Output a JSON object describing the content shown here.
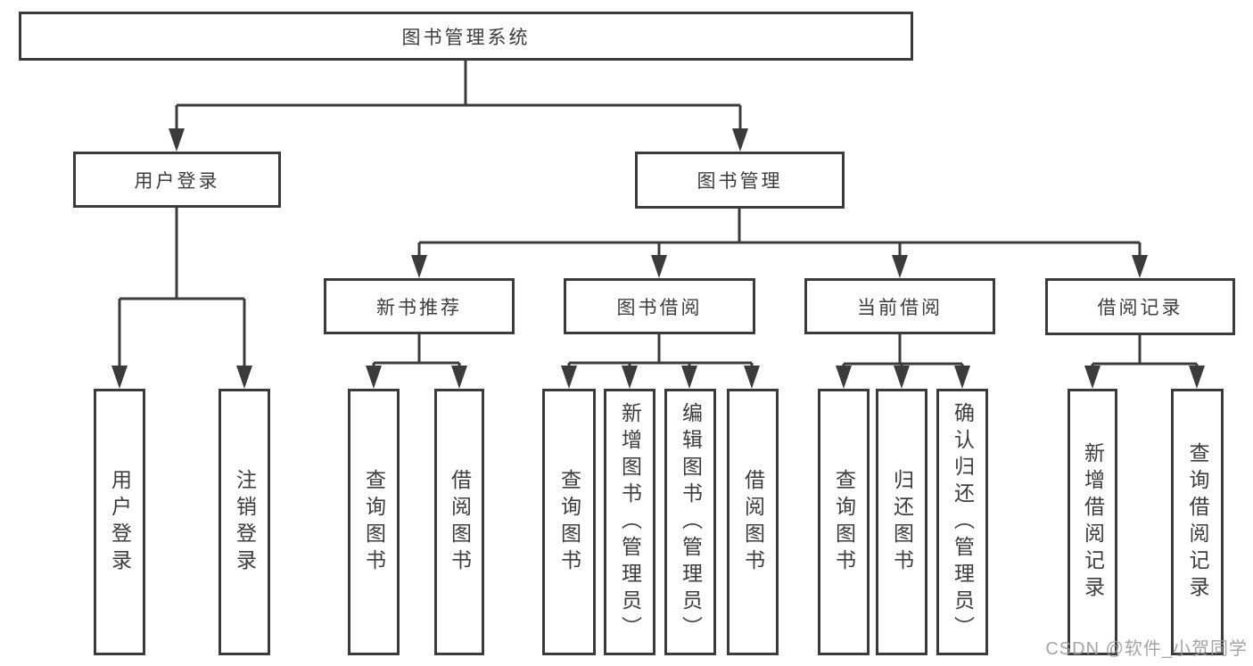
{
  "diagram": {
    "root": {
      "label": "图书管理系统"
    },
    "branches": [
      {
        "label": "用户登录",
        "children": [
          {
            "label": "用户登录"
          },
          {
            "label": "注销登录"
          }
        ]
      },
      {
        "label": "图书管理",
        "children": [
          {
            "label": "新书推荐",
            "children": [
              {
                "label": "查询图书"
              },
              {
                "label": "借阅图书"
              }
            ]
          },
          {
            "label": "图书借阅",
            "children": [
              {
                "label": "查询图书"
              },
              {
                "label": "新增图书（管理员）"
              },
              {
                "label": "编辑图书（管理员）"
              },
              {
                "label": "借阅图书"
              }
            ]
          },
          {
            "label": "当前借阅",
            "children": [
              {
                "label": "查询图书"
              },
              {
                "label": "归还图书"
              },
              {
                "label": "确认归还（管理员）"
              }
            ]
          },
          {
            "label": "借阅记录",
            "children": [
              {
                "label": "新增借阅记录"
              },
              {
                "label": "查询借阅记录"
              }
            ]
          }
        ]
      }
    ]
  },
  "watermark": {
    "text": "CSDN @软件_小贺同学"
  },
  "colors": {
    "line": "#3b3b3b",
    "text": "#3d3d3d",
    "watermark": "#9b9b9b",
    "background": "#ffffff"
  }
}
